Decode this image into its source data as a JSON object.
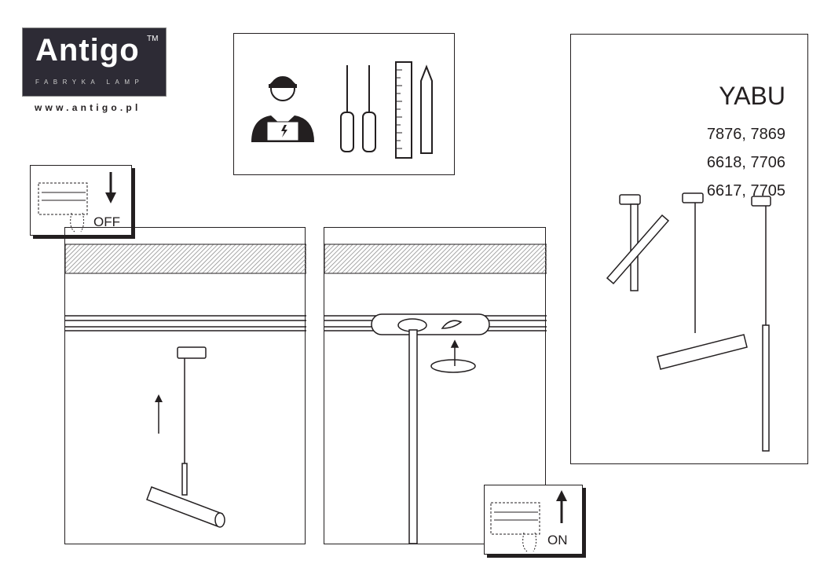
{
  "logo": {
    "name": "Antigo",
    "tm": "TM",
    "subtitle": "FABRYKA LAMP",
    "url": "www.antigo.pl"
  },
  "product": {
    "name": "YABU",
    "codes": [
      "7876, 7869",
      "6618, 7706",
      "6617, 7705"
    ]
  },
  "switch_off": {
    "label": "OFF",
    "icon": "arrow-down-icon"
  },
  "switch_on": {
    "label": "ON",
    "icon": "arrow-up-icon"
  },
  "tools": [
    "electrician-icon",
    "screwdriver-icon",
    "screwdriver-icon",
    "ruler-icon",
    "pencil-icon"
  ]
}
